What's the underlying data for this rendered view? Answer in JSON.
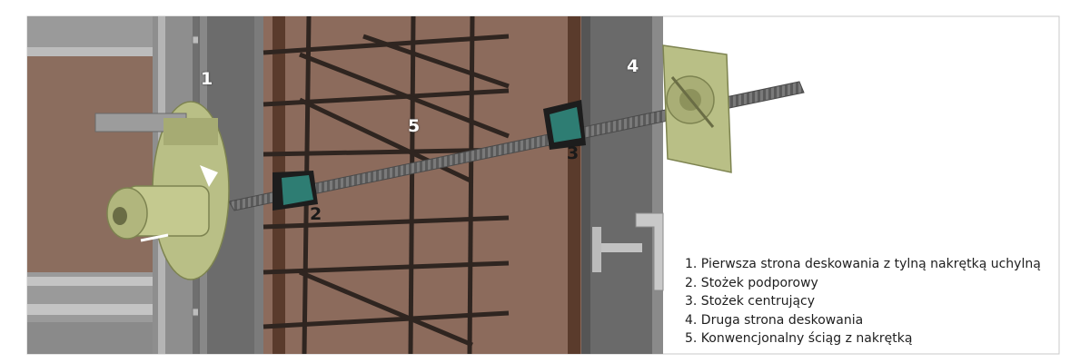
{
  "callouts": {
    "c1": "1",
    "c2": "2",
    "c3": "3",
    "c4": "4",
    "c5": "5"
  },
  "legend": {
    "items": [
      "1. Pierwsza strona deskowania z tylną nakrętką uchylną",
      "2. Stożek podporowy",
      "3. Stożek centrujący",
      "4. Druga strona deskowania",
      "5. Konwencjonalny ściąg z nakrętką"
    ]
  },
  "colors": {
    "formwork_panel": "#8b6d5e",
    "steel_frame": "#8f8f8f",
    "rebar": "#3a2a22",
    "anchor_nut": "#b9bf86",
    "cone": "#2e7d73",
    "tie_rod": "#6e6e6e",
    "background": "#ffffff"
  }
}
